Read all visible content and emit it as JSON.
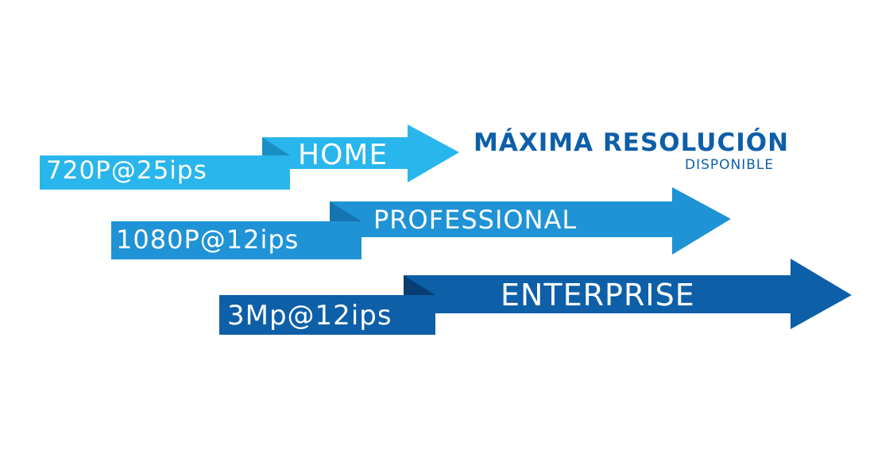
{
  "heading": {
    "title": "MÁXIMA RESOLUCIÓN",
    "subtitle": "DISPONIBLE"
  },
  "tiers": [
    {
      "name": "HOME",
      "spec": "720P@25ips"
    },
    {
      "name": "PROFESSIONAL",
      "spec": "1080P@12ips"
    },
    {
      "name": "ENTERPRISE",
      "spec": "3Mp@12ips"
    }
  ],
  "colors": {
    "light_blue": "#29b6ec",
    "light_blue_dark": "#1ea6dd",
    "medium_blue": "#1f93d6",
    "deep_blue": "#0d5fa8",
    "deep_blue_dark": "#0a4e8d",
    "heading_blue": "#0d5fa8"
  }
}
